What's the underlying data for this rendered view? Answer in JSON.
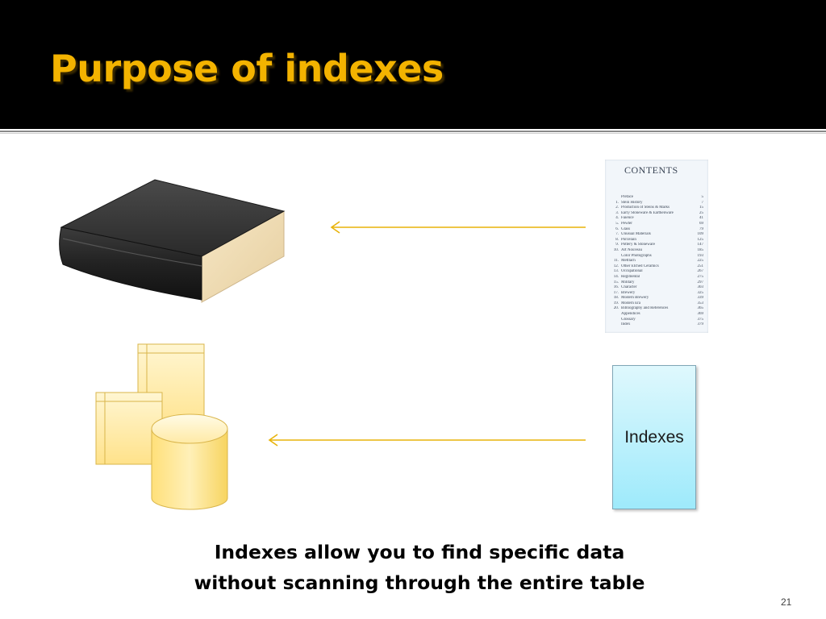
{
  "title": "Purpose of indexes",
  "toc": {
    "heading": "CONTENTS",
    "items": [
      {
        "n": "",
        "t": "Preface",
        "p": "5"
      },
      {
        "n": "1.",
        "t": "Stein History",
        "p": "7"
      },
      {
        "n": "2.",
        "t": "Production of Steins & Marks",
        "p": "15"
      },
      {
        "n": "3.",
        "t": "Early Stoneware & Earthenware",
        "p": "25"
      },
      {
        "n": "4.",
        "t": "Faience",
        "p": "41"
      },
      {
        "n": "5.",
        "t": "Pewter",
        "p": "69"
      },
      {
        "n": "6.",
        "t": "Glass",
        "p": "79"
      },
      {
        "n": "7.",
        "t": "Unusual Materials",
        "p": "109"
      },
      {
        "n": "8.",
        "t": "Porcelain",
        "p": "125"
      },
      {
        "n": "9.",
        "t": "Pottery & Stoneware",
        "p": "147"
      },
      {
        "n": "10.",
        "t": "Art Nouveau",
        "p": "185"
      },
      {
        "n": "",
        "t": "Color Photographs",
        "p": "193"
      },
      {
        "n": "11.",
        "t": "Mettlach",
        "p": "225"
      },
      {
        "n": "12.",
        "t": "Other Etched Ceramics",
        "p": "251"
      },
      {
        "n": "13.",
        "t": "Occupational",
        "p": "267"
      },
      {
        "n": "14.",
        "t": "Regimental",
        "p": "275"
      },
      {
        "n": "15.",
        "t": "Military",
        "p": "297"
      },
      {
        "n": "16.",
        "t": "Character",
        "p": "303"
      },
      {
        "n": "17.",
        "t": "Brewery",
        "p": "325"
      },
      {
        "n": "18.",
        "t": "Modern Brewery",
        "p": "339"
      },
      {
        "n": "19.",
        "t": "Modern Era",
        "p": "353"
      },
      {
        "n": "20.",
        "t": "Bibliography and References",
        "p": "365"
      },
      {
        "n": "",
        "t": "Appendices",
        "p": "369"
      },
      {
        "n": "",
        "t": "Glossary",
        "p": "375"
      },
      {
        "n": "",
        "t": "Index",
        "p": "379"
      }
    ]
  },
  "indexes_box": {
    "label": "Indexes"
  },
  "caption": {
    "line1": "Indexes allow you to find specific data",
    "line2": "without scanning through the entire table"
  },
  "slide_number": "21",
  "colors": {
    "header_bg": "#000000",
    "title": "#f3b300",
    "arrow": "#e8b30a",
    "book_cover": "#2e2e2e",
    "book_pages": "#f0dcb4",
    "db_fill": "#ffe58a",
    "index_box": "#b8f0fb"
  }
}
